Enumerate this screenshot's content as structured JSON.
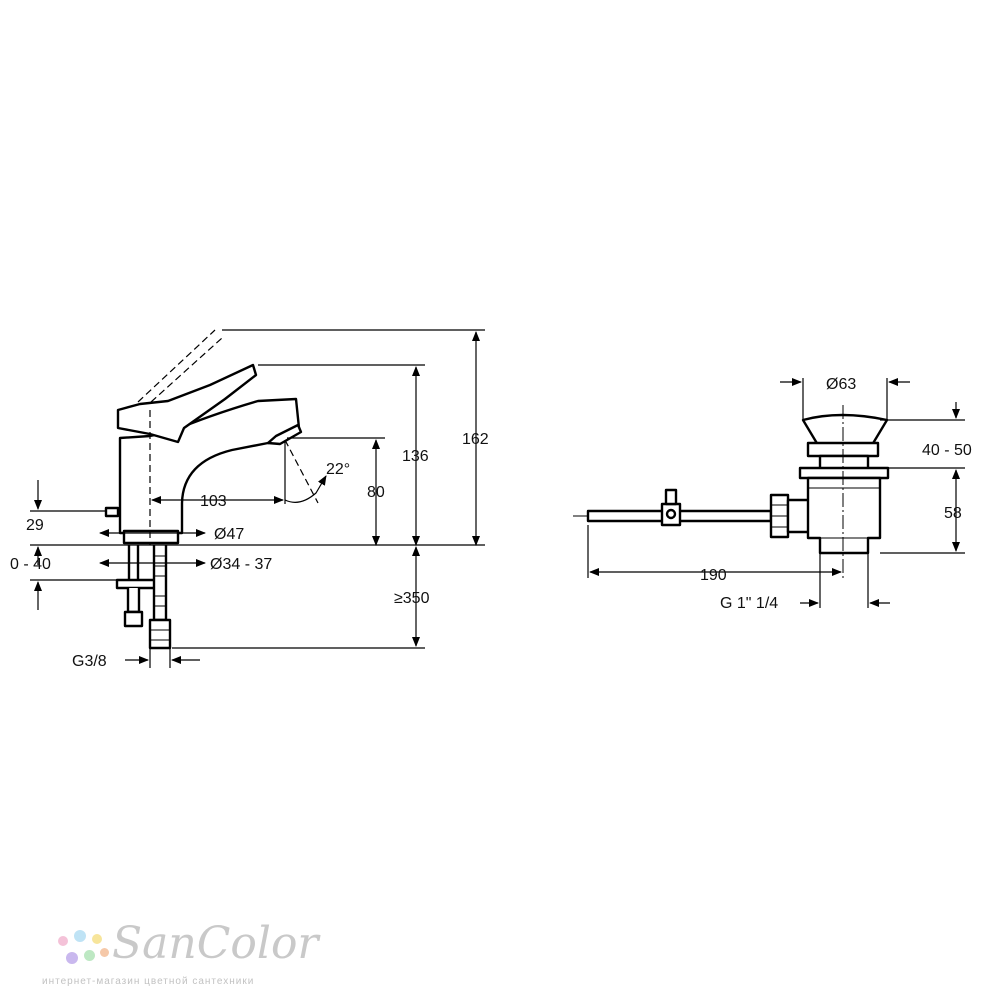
{
  "faucet": {
    "dims": {
      "height_162": "162",
      "height_136": "136",
      "height_80": "80",
      "angle_22": "22°",
      "reach_103": "103",
      "diameter_47": "Ø47",
      "diameter_34_37": "Ø34 - 37",
      "lever_29": "29",
      "deck_0_40": "0 - 40",
      "hose_350": "≥350",
      "thread_g38": "G3/8"
    }
  },
  "waste": {
    "dims": {
      "diameter_63": "Ø63",
      "range_40_50": "40 - 50",
      "height_58": "58",
      "length_190": "190",
      "thread_g114": "G 1\" 1/4"
    }
  },
  "watermark": {
    "brand": "SanColor",
    "tagline": "интернет-магазин цветной сантехники",
    "dot_colors": [
      "#f4c2d8",
      "#bfe3f5",
      "#f7e59b",
      "#c9b8ee",
      "#bde8c3",
      "#f5c8a8"
    ]
  }
}
